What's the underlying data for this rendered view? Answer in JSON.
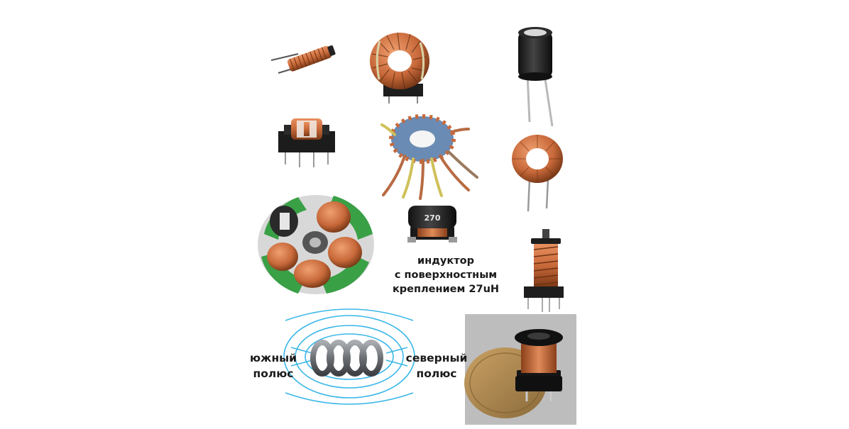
{
  "smd_inductor": {
    "marking": "270",
    "label_lines": [
      "индуктор",
      "с поверхностным",
      "креплением 27uH"
    ]
  },
  "coil_field": {
    "south_lines": [
      "южный",
      "полюс"
    ],
    "north_lines": [
      "северный",
      "полюс"
    ]
  },
  "colors": {
    "copper": "#c8693a",
    "copper_dark": "#8a3f1a",
    "ferrite": "#2a2a2a",
    "green_frame": "#3aa046",
    "field_lines": "#3bb7e8",
    "wire": "#7a7d82",
    "photo_background": "#bdbdbd"
  }
}
